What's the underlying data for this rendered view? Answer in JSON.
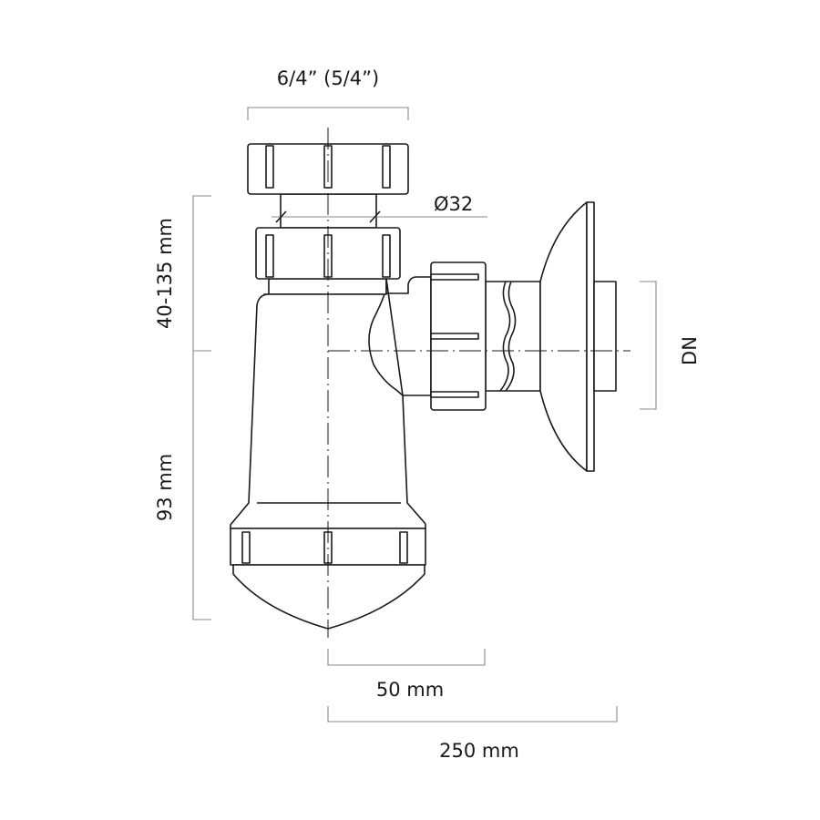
{
  "title": "Bottle trap dimension drawing",
  "dimensions": {
    "top_thread": "6/4” (5/4”)",
    "pipe_diameter": "Ø32",
    "height_adjustable": "40-135 mm",
    "lower_height": "93 mm",
    "outlet_offset": "50 mm",
    "total_length": "250 mm",
    "outlet_size": "DN"
  }
}
